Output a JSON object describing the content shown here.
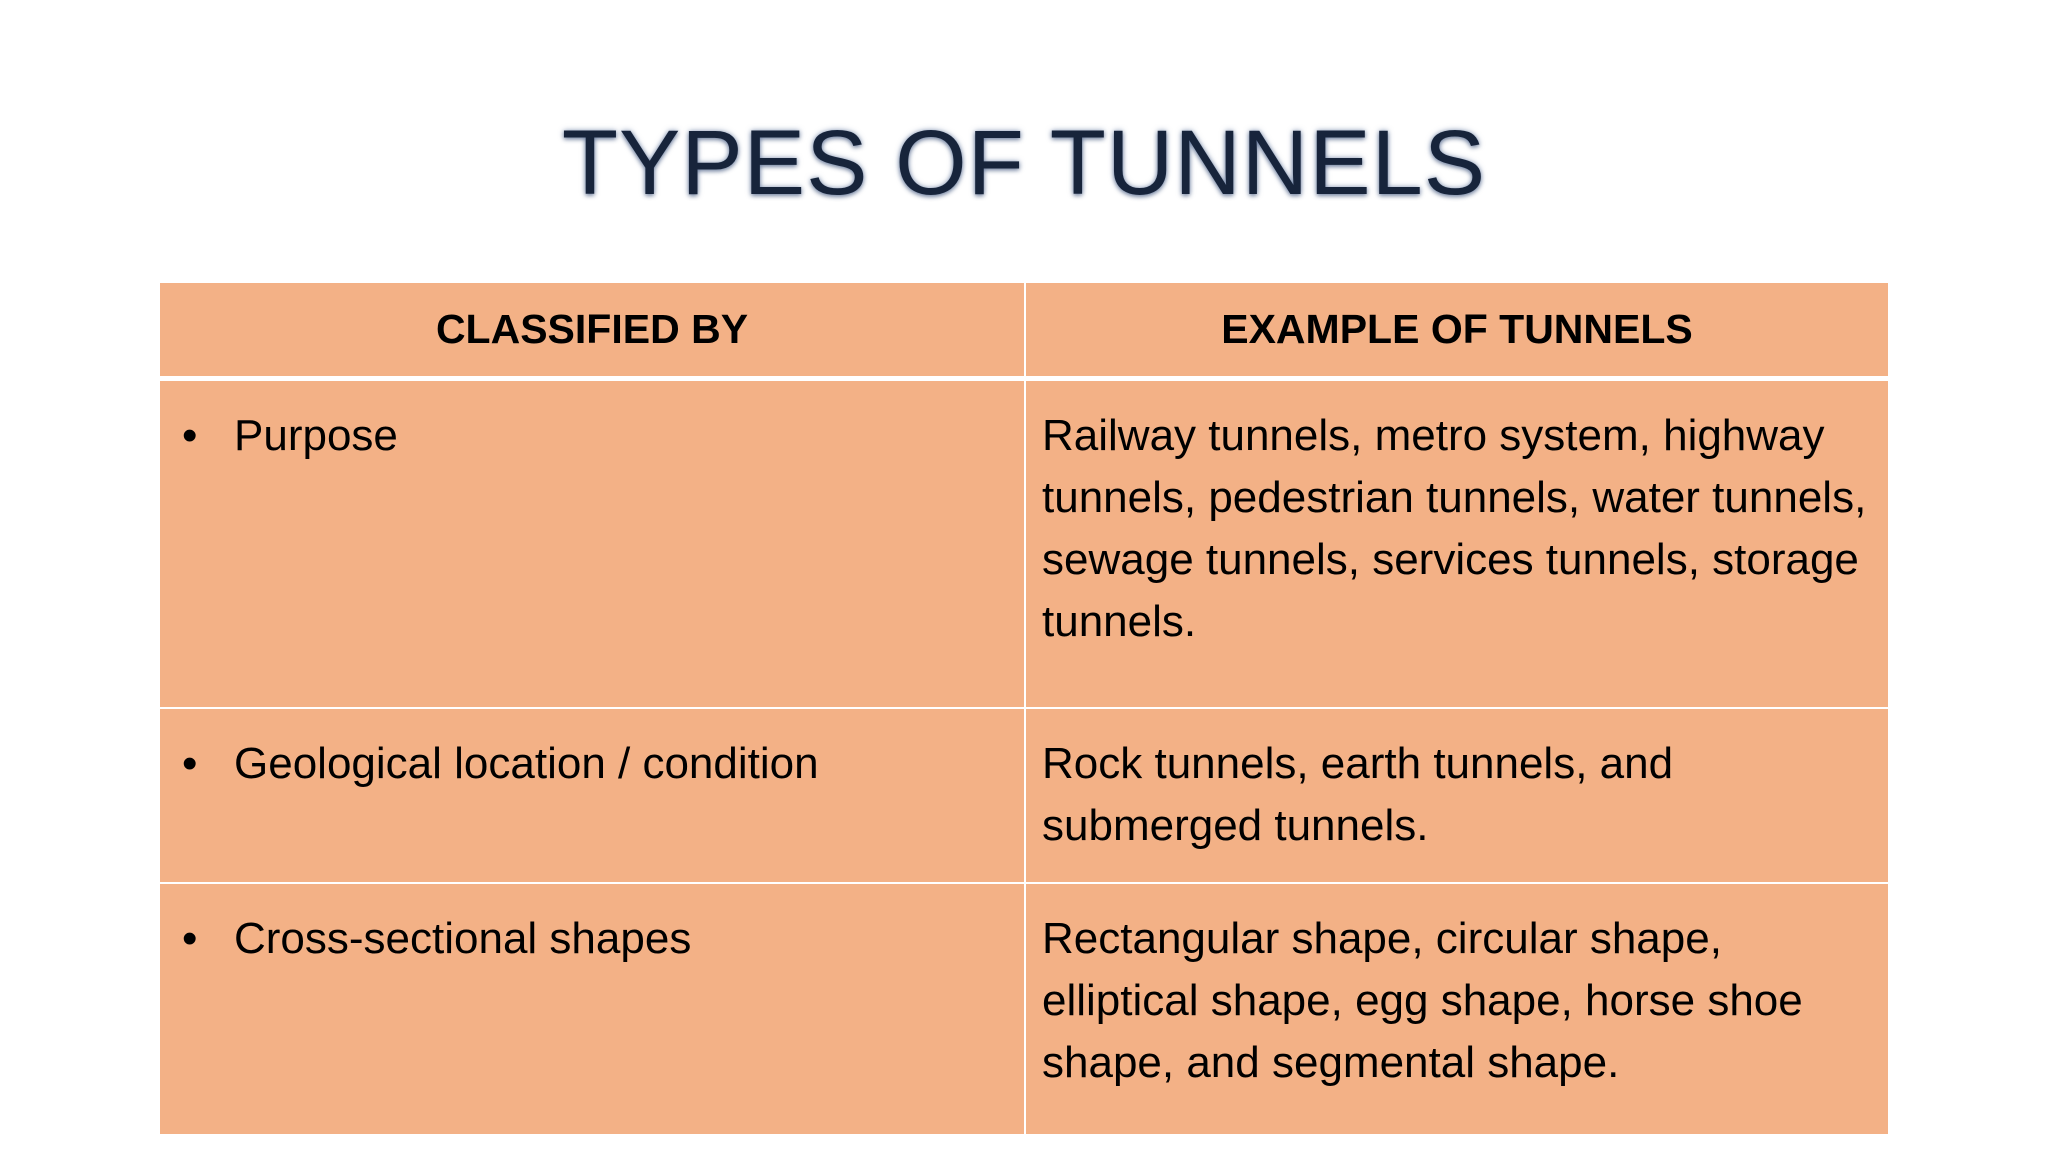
{
  "slide": {
    "title": "TYPES OF TUNNELS"
  },
  "table": {
    "headers": [
      "CLASSIFIED BY",
      "EXAMPLE OF TUNNELS"
    ],
    "bullet": "•",
    "rows": [
      {
        "category": "Purpose",
        "examples": "Railway tunnels, metro system, highway tunnels, pedestrian tunnels, water tunnels, sewage tunnels, services tunnels, storage tunnels."
      },
      {
        "category": "Geological location / condition",
        "examples": "Rock tunnels, earth tunnels, and submerged tunnels."
      },
      {
        "category": "Cross-sectional shapes",
        "examples": "Rectangular shape, circular shape, elliptical shape, egg shape, horse shoe shape, and segmental shape."
      }
    ]
  },
  "colors": {
    "cell_fill": "#f3b186",
    "title_text": "#17243b",
    "grid_lines": "#ffffff"
  }
}
